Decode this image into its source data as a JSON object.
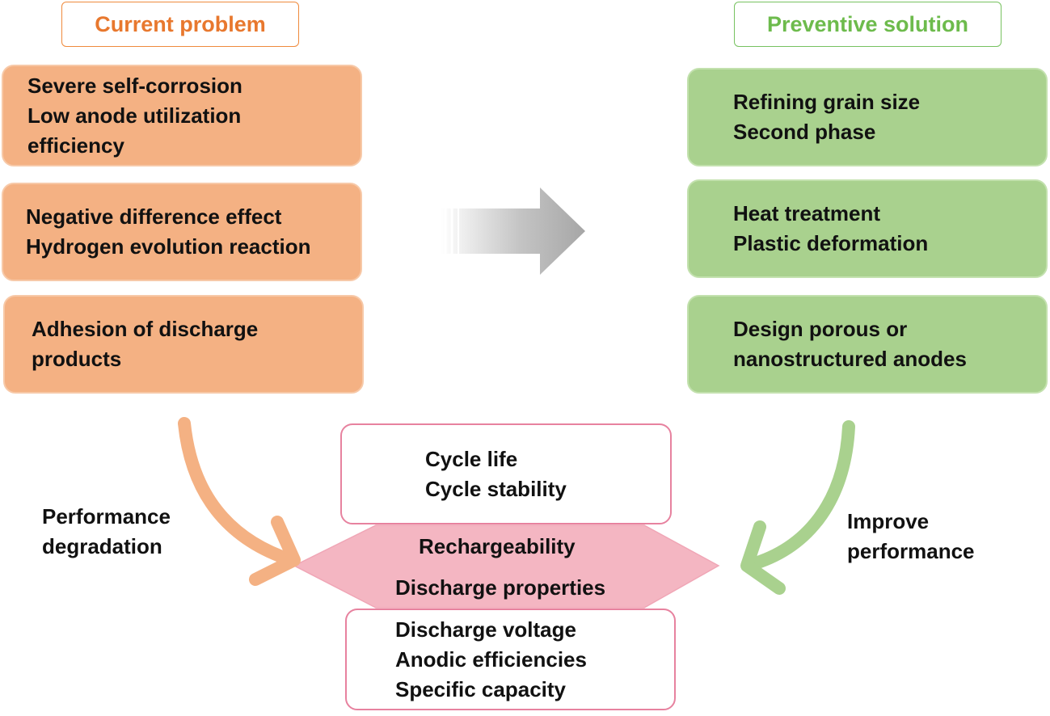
{
  "headers": {
    "problem": "Current problem",
    "solution": "Preventive solution"
  },
  "problems": [
    {
      "lines": [
        "Severe self-corrosion",
        "Low anode utilization",
        "efficiency"
      ]
    },
    {
      "lines": [
        "Negative difference effect",
        "Hydrogen evolution reaction"
      ]
    },
    {
      "lines": [
        "Adhesion of discharge",
        "products"
      ]
    }
  ],
  "solutions": [
    {
      "lines": [
        "Refining grain size",
        "Second phase"
      ]
    },
    {
      "lines": [
        "Heat treatment",
        "Plastic deformation"
      ]
    },
    {
      "lines": [
        "Design porous or",
        "nanostructured anodes"
      ]
    }
  ],
  "center": {
    "top_box": [
      "Cycle life",
      "Cycle stability"
    ],
    "hexagon": [
      "Rechargeability",
      "Discharge properties"
    ],
    "bottom_box": [
      "Discharge voltage",
      "Anodic efficiencies",
      "Specific capacity"
    ]
  },
  "left_label": [
    "Performance",
    "degradation"
  ],
  "right_label": [
    "Improve",
    "performance"
  ],
  "colors": {
    "problem_fill": "#f4b183",
    "solution_fill": "#a9d18e",
    "problem_text": "#e8782e",
    "solution_text": "#6dbb4c",
    "hexagon_fill": "#f4b6c2",
    "center_border": "#e7829f",
    "left_arrow": "#f4b183",
    "right_arrow": "#a9d18e",
    "middle_arrow": "#b0b0b0"
  },
  "icons": {
    "middle": "gradient-right-arrow",
    "left": "curved-arrow-down-right",
    "right": "curved-arrow-down-left"
  }
}
